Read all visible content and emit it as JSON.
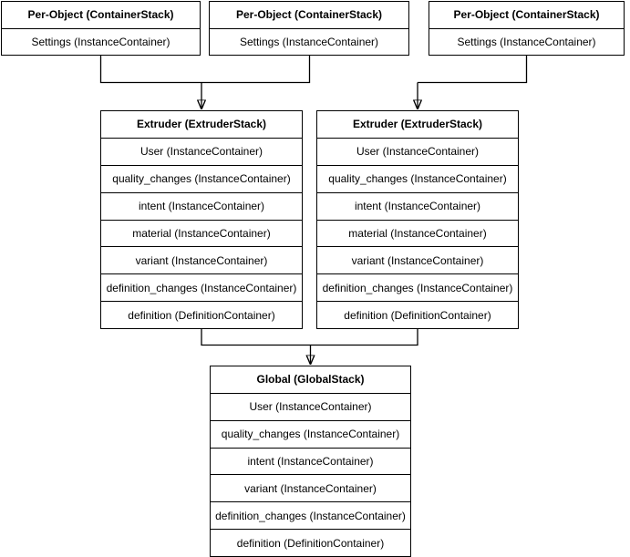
{
  "diagram": {
    "colors": {
      "background": "#ffffff",
      "stroke": "#000000",
      "node_fill": "#ffffff",
      "text": "#000000"
    },
    "nodes": {
      "per_object_1": {
        "title": "Per-Object (ContainerStack)",
        "rows": [
          "Settings (InstanceContainer)"
        ]
      },
      "per_object_2": {
        "title": "Per-Object (ContainerStack)",
        "rows": [
          "Settings (InstanceContainer)"
        ]
      },
      "per_object_3": {
        "title": "Per-Object (ContainerStack)",
        "rows": [
          "Settings (InstanceContainer)"
        ]
      },
      "extruder_1": {
        "title": "Extruder (ExtruderStack)",
        "rows": [
          "User (InstanceContainer)",
          "quality_changes (InstanceContainer)",
          "intent (InstanceContainer)",
          "material (InstanceContainer)",
          "variant (InstanceContainer)",
          "definition_changes (InstanceContainer)",
          "definition (DefinitionContainer)"
        ]
      },
      "extruder_2": {
        "title": "Extruder (ExtruderStack)",
        "rows": [
          "User (InstanceContainer)",
          "quality_changes (InstanceContainer)",
          "intent (InstanceContainer)",
          "material (InstanceContainer)",
          "variant (InstanceContainer)",
          "definition_changes (InstanceContainer)",
          "definition (DefinitionContainer)"
        ]
      },
      "global": {
        "title": "Global (GlobalStack)",
        "rows": [
          "User (InstanceContainer)",
          "quality_changes (InstanceContainer)",
          "intent (InstanceContainer)",
          "variant (InstanceContainer)",
          "definition_changes (InstanceContainer)",
          "definition (DefinitionContainer)"
        ]
      }
    },
    "edges": [
      {
        "from": "per_object_1, per_object_2",
        "to": "extruder_1",
        "arrow": "down"
      },
      {
        "from": "per_object_3",
        "to": "extruder_2",
        "arrow": "down"
      },
      {
        "from": "extruder_1, extruder_2",
        "to": "global",
        "arrow": "down"
      }
    ]
  }
}
